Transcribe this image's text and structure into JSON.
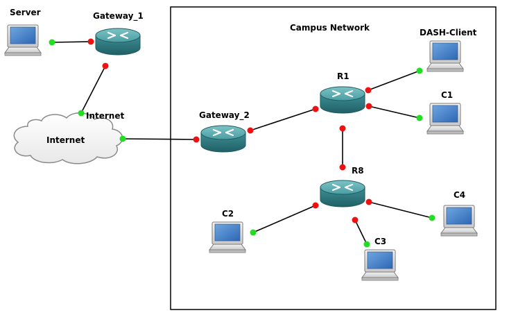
{
  "diagram": {
    "title": "Campus Network",
    "nodes": {
      "server": {
        "label": "Server",
        "kind": "pc"
      },
      "gateway_1": {
        "label": "Gateway_1",
        "kind": "router"
      },
      "internet_cloud": {
        "label": "Internet",
        "kind": "cloud"
      },
      "internet_port": {
        "label": "Internet",
        "kind": "port-label"
      },
      "gateway_2": {
        "label": "Gateway_2",
        "kind": "router"
      },
      "r1": {
        "label": "R1",
        "kind": "router"
      },
      "r8": {
        "label": "R8",
        "kind": "router"
      },
      "dash_client": {
        "label": "DASH-Client",
        "kind": "pc"
      },
      "c1": {
        "label": "C1",
        "kind": "pc"
      },
      "c2": {
        "label": "C2",
        "kind": "pc"
      },
      "c3": {
        "label": "C3",
        "kind": "pc"
      },
      "c4": {
        "label": "C4",
        "kind": "pc"
      }
    },
    "links": [
      {
        "from": "server",
        "to": "gateway_1",
        "status": [
          "up",
          "down"
        ]
      },
      {
        "from": "gateway_1",
        "to": "internet_cloud",
        "status": [
          "down",
          "up"
        ]
      },
      {
        "from": "internet_cloud",
        "to": "gateway_2",
        "status": [
          "up",
          "down"
        ]
      },
      {
        "from": "gateway_2",
        "to": "r1",
        "status": [
          "down",
          "down"
        ]
      },
      {
        "from": "r1",
        "to": "dash_client",
        "status": [
          "down",
          "up"
        ]
      },
      {
        "from": "r1",
        "to": "c1",
        "status": [
          "down",
          "up"
        ]
      },
      {
        "from": "r1",
        "to": "r8",
        "status": [
          "down",
          "down"
        ]
      },
      {
        "from": "r8",
        "to": "c2",
        "status": [
          "down",
          "up"
        ]
      },
      {
        "from": "r8",
        "to": "c3",
        "status": [
          "down",
          "up"
        ]
      },
      {
        "from": "r8",
        "to": "c4",
        "status": [
          "down",
          "up"
        ]
      }
    ],
    "colors": {
      "link_up": "#22dd22",
      "link_down": "#ee1111",
      "router_body": "#3f8f95",
      "router_top": "#5aa9ad",
      "boundary": "#000000"
    }
  }
}
